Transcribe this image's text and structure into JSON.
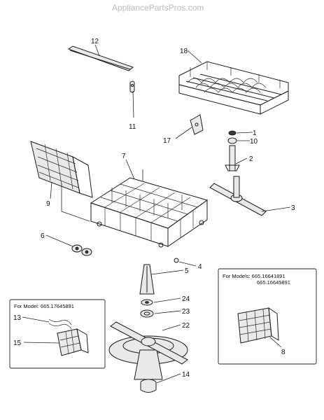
{
  "watermark": "AppliancePartsPros.com",
  "callouts": [
    {
      "id": "1",
      "label": "1"
    },
    {
      "id": "2",
      "label": "2"
    },
    {
      "id": "3",
      "label": "3"
    },
    {
      "id": "4",
      "label": "4"
    },
    {
      "id": "5",
      "label": "5"
    },
    {
      "id": "6",
      "label": "6"
    },
    {
      "id": "7",
      "label": "7"
    },
    {
      "id": "8",
      "label": "8"
    },
    {
      "id": "9",
      "label": "9"
    },
    {
      "id": "10",
      "label": "10"
    },
    {
      "id": "11",
      "label": "11"
    },
    {
      "id": "12",
      "label": "12"
    },
    {
      "id": "13",
      "label": "13"
    },
    {
      "id": "14",
      "label": "14"
    },
    {
      "id": "15",
      "label": "15"
    },
    {
      "id": "17",
      "label": "17"
    },
    {
      "id": "18",
      "label": "18"
    },
    {
      "id": "22",
      "label": "22"
    },
    {
      "id": "23",
      "label": "23"
    },
    {
      "id": "24",
      "label": "24"
    }
  ],
  "model_boxes": {
    "left": {
      "line1": "For Model: 665.17645891"
    },
    "right": {
      "line1": "For Models: 665.16641891",
      "line2": "665.16645891"
    }
  }
}
